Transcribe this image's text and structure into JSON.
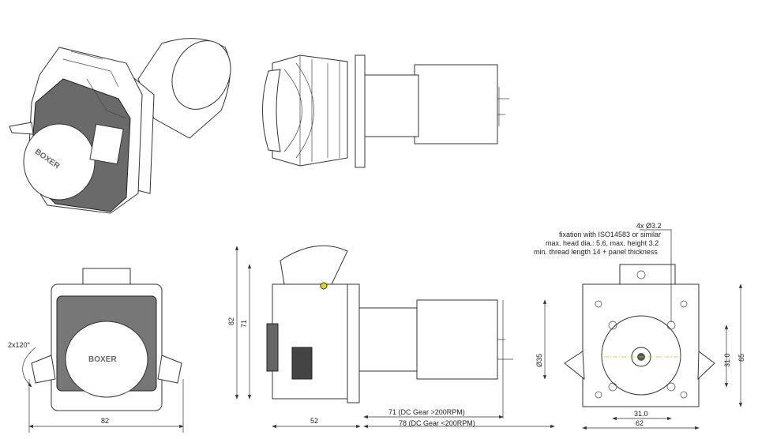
{
  "title": "BOXER peristaltic pump dimensional drawing",
  "views": {
    "iso": {
      "logo": "BOXER"
    },
    "front": {
      "logo": "BOXER",
      "rotation_label": "2x120°",
      "width_label": "82"
    },
    "side": {
      "height_total": "82",
      "height_body": "71",
      "head_depth": "52",
      "len_fast": "71 (DC Gear >200RPM)",
      "len_slow": "78 (DC Gear <200RPM)",
      "motor_dia": "Ø35"
    },
    "back": {
      "note_lines": [
        "4x Ø3.2",
        "fixation with ISO14583 or similar",
        "max. head dia.: 5.6, max. height 3.2",
        "min. thread length 14 + panel thickness"
      ],
      "hole_spacing_v": "31.0",
      "height": "65",
      "hole_spacing_h": "31.0",
      "width": "62"
    }
  }
}
